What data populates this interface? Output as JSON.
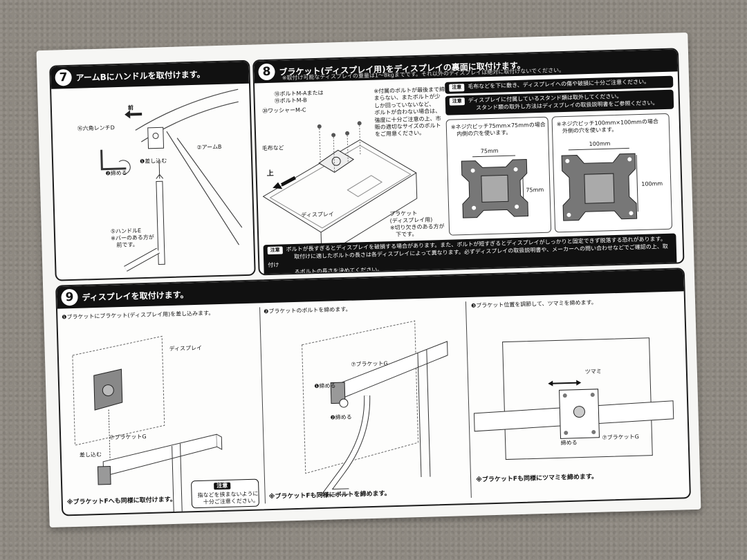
{
  "step7": {
    "num": "7",
    "title": "アームBにハンドルを取付けます。",
    "labels": {
      "mae": "前",
      "wrench": "⑯六角レンチD",
      "arm": "②アームB",
      "insert": "❶差し込む",
      "tighten": "❷締める",
      "handle1": "⑤ハンドルE",
      "handle2": "※バーのある方が",
      "handle3": "前です。"
    }
  },
  "step8": {
    "num": "8",
    "title": "ブラケット(ディスプレイ用)をディスプレイの裏面に取付けます。",
    "subtitle": "※取付け可能なディスプレイの重量は1～8kgまでです。それ以外のディスプレイは絶対に取付けないでください。",
    "labels": {
      "bolt1": "⑱ボルトM-Aまたは",
      "bolt2": "⑲ボルトM-B",
      "washer": "⑳ワッシャーM-C",
      "cloth": "毛布など",
      "up": "上",
      "display": "ディスプレイ",
      "bracket1": "ブラケット",
      "bracket2": "(ディスプレイ用)",
      "bracket3": "※切り欠きのある方が",
      "bracket4": "下です。"
    },
    "note": [
      "※付属のボルトが最後まで締",
      "まらない、またボルトが少",
      "しか回っていないなど、",
      "ボルトが合わない場合は、",
      "強度に十分ご注意の上、市",
      "販の適切なサイズのボルト",
      "をご用意ください。"
    ],
    "caution_label": "注意",
    "caution1": "毛布などを下に敷き、ディスプレイへの傷や破損に十分ご注意ください。",
    "caution2a": "ディスプレイに付属しているスタンド類は取外してください。",
    "caution2b": "スタンド類の取外し方法はディスプレイの取扱説明書をご参照ください。",
    "vesa75": {
      "title1": "※ネジ穴ピッチ75mm×75mmの場合",
      "title2": "内側の穴を使います。",
      "w": "75mm",
      "h": "75mm"
    },
    "vesa100": {
      "title1": "※ネジ穴ピッチ100mm×100mmの場合",
      "title2": "外側の穴を使います。",
      "w": "100mm",
      "h": "100mm"
    },
    "bottom_caution1": "ボルトが長すぎるとディスプレイを破損する場合があります。また、ボルトが短すぎるとディスプレイがしっかりと固定できず脱落する恐れがあります。",
    "bottom_caution2": "取付けに適したボルトの長さは各ディスプレイによって異なります。必ずディスプレイの取扱説明書や、メーカーへの問い合わせなどでご確認の上、取付け",
    "bottom_caution3": "るボルトの長さを決めてください。"
  },
  "step9": {
    "num": "9",
    "title": "ディスプレイを取付けます。",
    "col1": {
      "head": "❶ブラケットにブラケット(ディスプレイ用)を差し込みます。",
      "display": "ディスプレイ",
      "bracketG": "⑦ブラケットG",
      "insert": "差し込む",
      "foot": "※ブラケットFへも同様に取付けます。",
      "caution_label": "注意",
      "caution1": "指などを挟まないように",
      "caution2": "十分ご注意ください。"
    },
    "col2": {
      "head": "❷ブラケットのボルトを締めます。",
      "bracketG": "⑦ブラケットG",
      "tighten1": "❶締める",
      "tighten2": "❷締める",
      "foot": "※ブラケットFも同様にボルトを締めます。"
    },
    "col3": {
      "head": "❸ブラケット位置を調節して、ツマミを締めます。",
      "knob": "ツマミ",
      "tighten": "締める",
      "bracketG": "⑦ブラケットG",
      "foot": "※ブラケットFも同様にツマミを締めます。"
    }
  }
}
